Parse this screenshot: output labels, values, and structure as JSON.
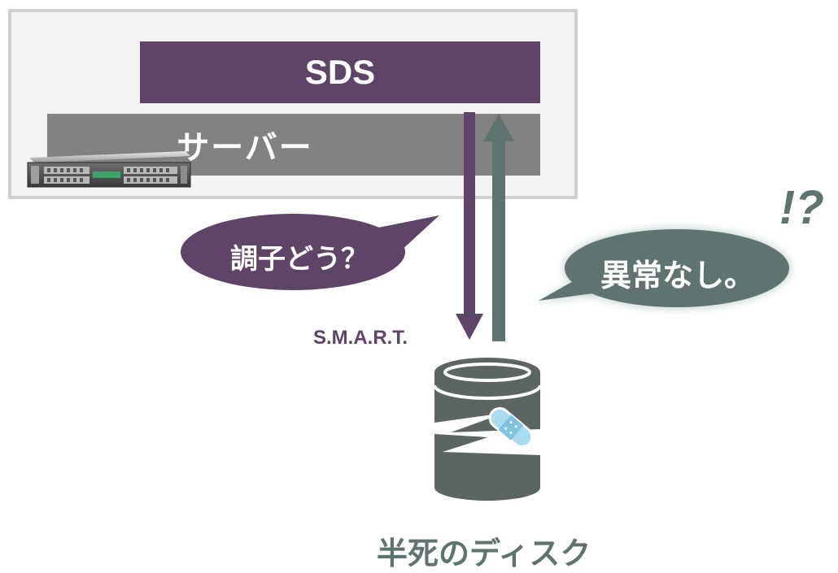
{
  "diagram": {
    "layers": {
      "sds_label": "SDS",
      "server_label": "サーバー"
    },
    "query_bubble": {
      "text": "調子どう？"
    },
    "reply_bubble": {
      "text": "異常なし。"
    },
    "exclamation": "!?",
    "protocol_label": "S.M.A.R.T.",
    "disk_label": "半死のディスク"
  },
  "colors": {
    "sds_purple": "#5e4467",
    "server_gray": "#828282",
    "frame_border": "#cfcfcf",
    "reply_green": "#5f7470",
    "disk_dark": "#5c6562",
    "bandage_blue": "#a9dcef"
  }
}
